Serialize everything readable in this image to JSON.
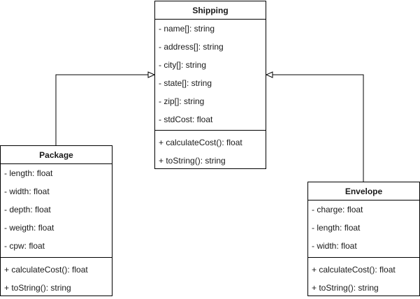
{
  "classes": {
    "shipping": {
      "name": "Shipping",
      "attributes": [
        "- name[]: string",
        "- address[]: string",
        "- city[]: string",
        "- state[]: string",
        "- zip[]: string",
        "- stdCost: float"
      ],
      "methods": [
        "+ calculateCost(): float",
        "+ toString(): string"
      ]
    },
    "package": {
      "name": "Package",
      "attributes": [
        "- length: float",
        "- width: float",
        "- depth: float",
        "- weigth: float",
        "- cpw: float"
      ],
      "methods": [
        "+ calculateCost(): float",
        "+ toString(): string"
      ]
    },
    "envelope": {
      "name": "Envelope",
      "attributes": [
        "- charge: float",
        "- length: float",
        "- width: float"
      ],
      "methods": [
        "+ calculateCost(): float",
        "+ toString(): string"
      ]
    }
  },
  "relations": [
    {
      "type": "generalization",
      "from": "package",
      "to": "shipping"
    },
    {
      "type": "generalization",
      "from": "envelope",
      "to": "shipping"
    }
  ],
  "colors": {
    "stroke": "#000000",
    "text": "#1a1a1a",
    "background": "#ffffff"
  }
}
